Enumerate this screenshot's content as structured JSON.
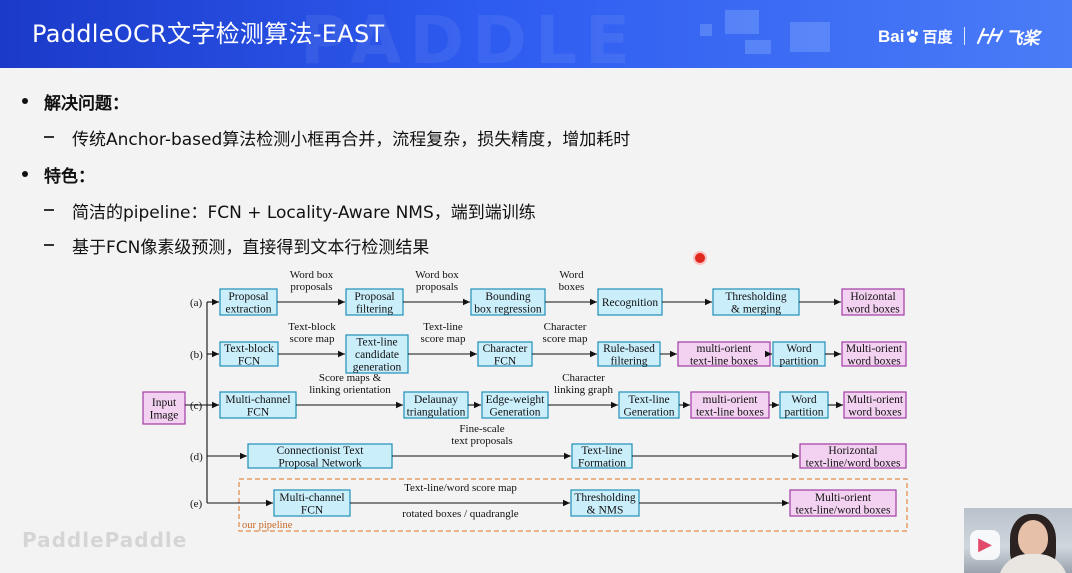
{
  "header": {
    "title": "PaddleOCR文字检测算法-EAST",
    "watermark": "PADDLE",
    "logo_baidu_left": "Bai",
    "logo_baidu_right": "百度",
    "logo_feijiang": "飞桨"
  },
  "bullets": [
    {
      "level": 1,
      "text": "解决问题："
    },
    {
      "level": 2,
      "text": "传统Anchor-based算法检测小框再合并，流程复杂，损失精度，增加耗时"
    },
    {
      "level": 1,
      "text": "特色："
    },
    {
      "level": 2,
      "text": "简洁的pipeline：FCN + Locality-Aware NMS，端到端训练"
    },
    {
      "level": 2,
      "text": "基于FCN像素级预测，直接得到文本行检测结果"
    }
  ],
  "diagram": {
    "input_label": [
      "Input",
      "Image"
    ],
    "row_labels": [
      "(a)",
      "(b)",
      "(c)",
      "(d)",
      "(e)"
    ],
    "rows": [
      {
        "boxes": [
          {
            "lines": [
              "Proposal",
              "extraction"
            ],
            "style": "blue"
          },
          {
            "lines": [
              "Proposal",
              "filtering"
            ],
            "style": "blue"
          },
          {
            "lines": [
              "Bounding",
              "box regression"
            ],
            "style": "blue"
          },
          {
            "lines": [
              "Recognition"
            ],
            "style": "blue"
          },
          {
            "lines": [
              "Thresholding",
              "& merging"
            ],
            "style": "blue"
          },
          {
            "lines": [
              "Hoizontal",
              "word boxes"
            ],
            "style": "pink"
          }
        ],
        "edge_labels": [
          [
            "Word box",
            "proposals"
          ],
          [
            "Word box",
            "proposals"
          ],
          [
            "Word",
            "boxes"
          ],
          [],
          []
        ]
      },
      {
        "boxes": [
          {
            "lines": [
              "Text-block",
              "FCN"
            ],
            "style": "blue"
          },
          {
            "lines": [
              "Text-line",
              "candidate",
              "generation"
            ],
            "style": "blue"
          },
          {
            "lines": [
              "Character",
              "FCN"
            ],
            "style": "blue"
          },
          {
            "lines": [
              "Rule-based",
              "filtering"
            ],
            "style": "blue"
          },
          {
            "lines": [
              "multi-orient",
              "text-line boxes"
            ],
            "style": "pink"
          },
          {
            "lines": [
              "Word",
              "partition"
            ],
            "style": "blue"
          },
          {
            "lines": [
              "Multi-orient",
              "word boxes"
            ],
            "style": "pink"
          }
        ],
        "edge_labels": [
          [
            "Text-block",
            "score map"
          ],
          [
            "Text-line",
            "score map"
          ],
          [
            "Character",
            "score map"
          ],
          [],
          [],
          []
        ]
      },
      {
        "boxes": [
          {
            "lines": [
              "Multi-channel",
              "FCN"
            ],
            "style": "blue"
          },
          {
            "lines": [
              "Delaunay",
              "triangulation"
            ],
            "style": "blue"
          },
          {
            "lines": [
              "Edge-weight",
              "Generation"
            ],
            "style": "blue"
          },
          {
            "lines": [
              "Text-line",
              "Generation"
            ],
            "style": "blue"
          },
          {
            "lines": [
              "multi-orient",
              "text-line boxes"
            ],
            "style": "pink"
          },
          {
            "lines": [
              "Word",
              "partition"
            ],
            "style": "blue"
          },
          {
            "lines": [
              "Multi-orient",
              "word boxes"
            ],
            "style": "pink"
          }
        ],
        "edge_labels": [
          [
            "Score maps &",
            "linking orientation"
          ],
          [],
          [
            "Character",
            "linking graph"
          ],
          [],
          [],
          []
        ]
      },
      {
        "boxes": [
          {
            "lines": [
              "Connectionist Text",
              "Proposal Network"
            ],
            "style": "blue"
          },
          {
            "lines": [
              "Text-line",
              "Formation"
            ],
            "style": "blue"
          },
          {
            "lines": [
              "Horizontal",
              "text-line/word boxes"
            ],
            "style": "pink"
          }
        ],
        "edge_labels": [
          [
            "Fine-scale",
            "text proposals"
          ],
          []
        ]
      },
      {
        "boxes": [
          {
            "lines": [
              "Multi-channel",
              "FCN"
            ],
            "style": "blue"
          },
          {
            "lines": [
              "Thresholding",
              "& NMS"
            ],
            "style": "blue"
          },
          {
            "lines": [
              "Multi-orient",
              "text-line/word boxes"
            ],
            "style": "pink"
          }
        ],
        "edge_labels": [
          [
            "Text-line/word score map"
          ],
          []
        ],
        "edge_labels_below": [
          [
            "rotated boxes / quadrangle"
          ],
          []
        ]
      }
    ],
    "pipeline_label": "our pipeline"
  },
  "watermark_bottom": "PaddlePaddle",
  "colors": {
    "header_start": "#1b3ac9",
    "header_end": "#4a7cf7",
    "box_blue_fill": "#cbeefb",
    "box_blue_stroke": "#1f8fb8",
    "box_pink_fill": "#f3d2f1",
    "box_pink_stroke": "#a23ba4",
    "pipeline_dash": "#e08a4a",
    "cursor": "#e0281f"
  }
}
